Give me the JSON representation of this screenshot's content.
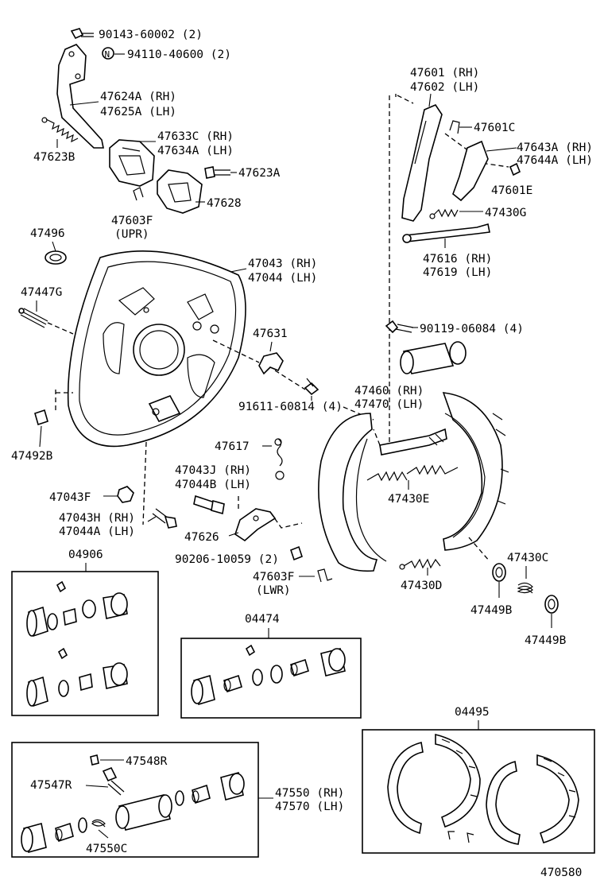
{
  "diagram_id": "470580",
  "labels": {
    "l_90143": "90143-60002 (2)",
    "l_94110": "94110-40600 (2)",
    "l_47624a": "47624A (RH)",
    "l_47625a": "47625A (LH)",
    "l_47623b": "47623B",
    "l_47633c": "47633C (RH)",
    "l_47634a": "47634A (LH)",
    "l_47623a": "47623A",
    "l_47628": "47628",
    "l_47603f_upr": "47603F",
    "l_upr": "(UPR)",
    "l_47496": "47496",
    "l_47447g": "47447G",
    "l_47043": "47043 (RH)",
    "l_47044": "47044 (LH)",
    "l_47631": "47631",
    "l_91611": "91611-60814 (4)",
    "l_47492b": "47492B",
    "l_47617": "47617",
    "l_47043j": "47043J (RH)",
    "l_47044b": "47044B (LH)",
    "l_47043f": "47043F",
    "l_47043h": "47043H (RH)",
    "l_47044a": "47044A (LH)",
    "l_47626": "47626",
    "l_90206": "90206-10059 (2)",
    "l_47603f_lwr": "47603F",
    "l_lwr": "(LWR)",
    "l_47601": "47601 (RH)",
    "l_47602": "47602 (LH)",
    "l_47601c": "47601C",
    "l_47643a": "47643A (RH)",
    "l_47644a_r": "47644A (LH)",
    "l_47601e": "47601E",
    "l_47430g": "47430G",
    "l_47616": "47616 (RH)",
    "l_47619": "47619 (LH)",
    "l_90119": "90119-06084 (4)",
    "l_47460": "47460 (RH)",
    "l_47470": "47470 (LH)",
    "l_47430e": "47430E",
    "l_47430c": "47430C",
    "l_47430d": "47430D",
    "l_47449b_1": "47449B",
    "l_47449b_2": "47449B",
    "l_04906": "04906",
    "l_04474": "04474",
    "l_04495": "04495",
    "l_47548r": "47548R",
    "l_47547r": "47547R",
    "l_47550c": "47550C",
    "l_47550": "47550 (RH)",
    "l_47570": "47570 (LH)"
  }
}
